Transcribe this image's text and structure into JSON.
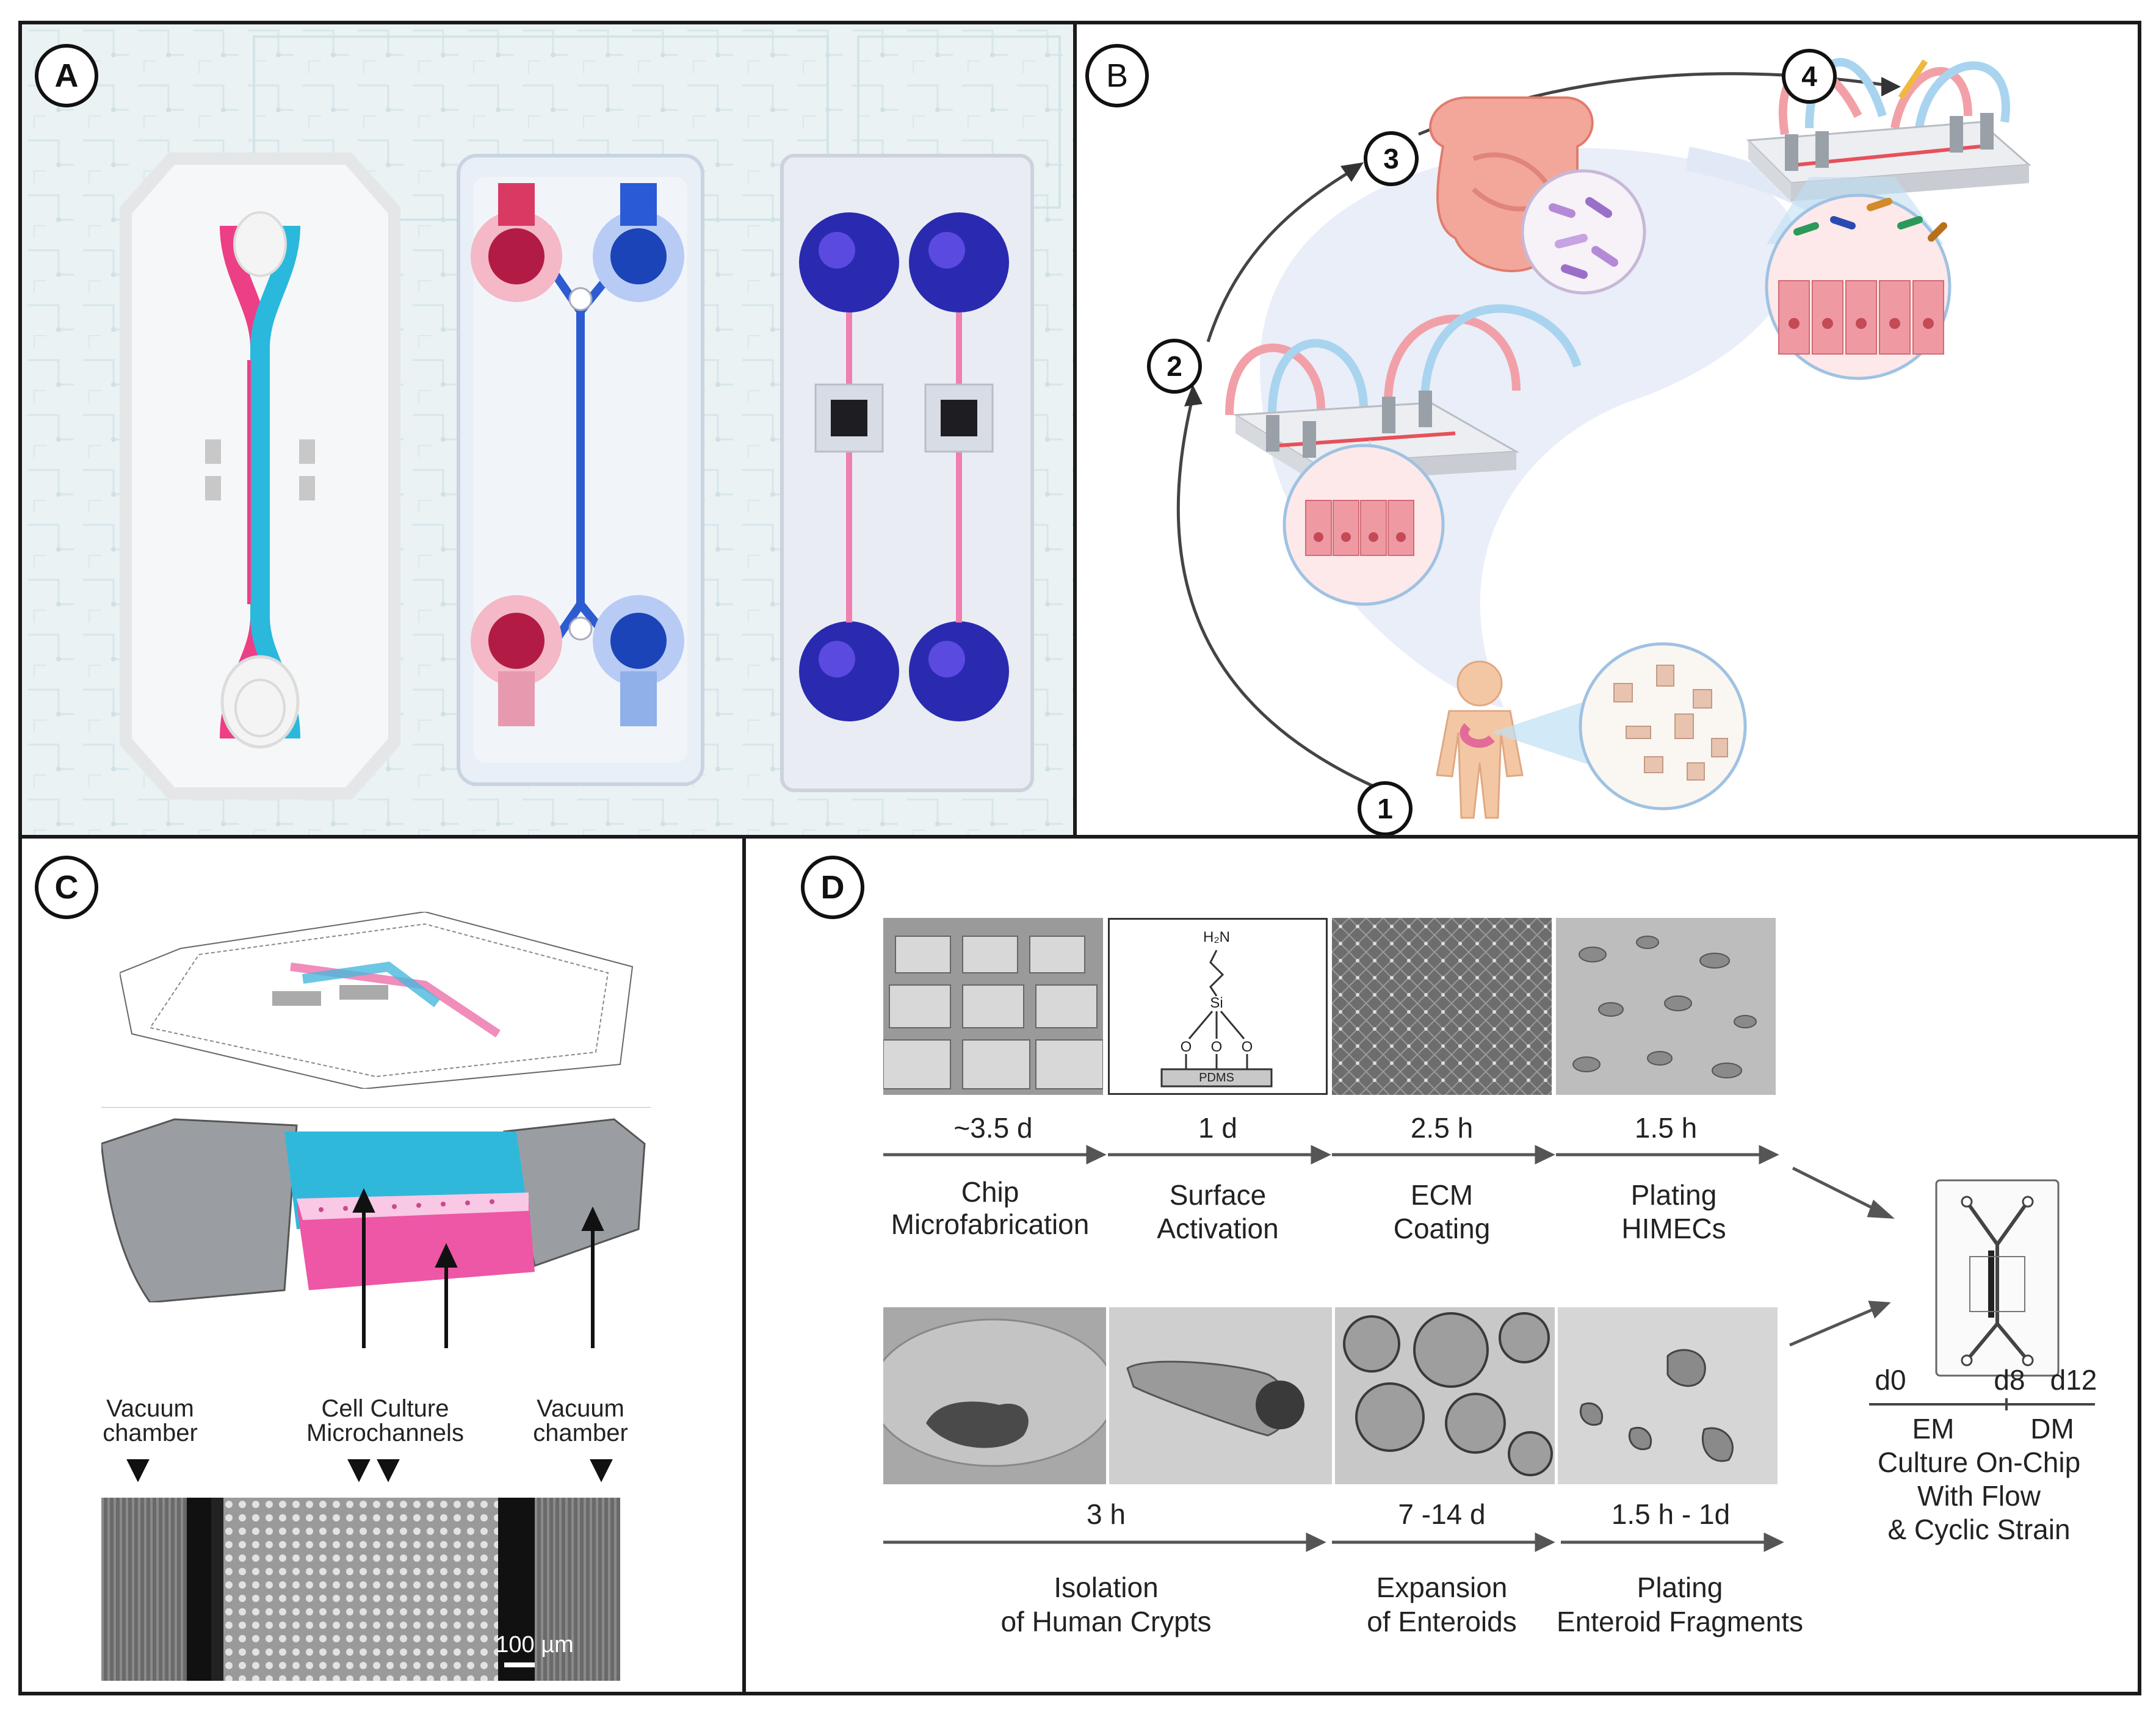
{
  "panels": {
    "a": {
      "label": "A"
    },
    "b": {
      "label": "B",
      "steps": [
        "1",
        "2",
        "3",
        "4"
      ]
    },
    "c": {
      "label": "C",
      "vacuum_left": [
        "Vacuum",
        "chamber"
      ],
      "cell_culture": [
        "Cell Culture",
        "Microchannels"
      ],
      "vacuum_right": [
        "Vacuum",
        "chamber"
      ],
      "scale_bar": "100 µm"
    },
    "d": {
      "label": "D",
      "pdms_label": "PDMS",
      "chem": {
        "amine": "H₂N",
        "si": "Si",
        "o": "O"
      },
      "top_steps": [
        {
          "time": "~3.5 d",
          "line1": "Chip",
          "line2": "Microfabrication"
        },
        {
          "time": "1 d",
          "line1": "Surface",
          "line2": "Activation"
        },
        {
          "time": "2.5 h",
          "line1": "ECM",
          "line2": "Coating"
        },
        {
          "time": "1.5 h",
          "line1": "Plating",
          "line2": "HIMECs"
        }
      ],
      "bottom_steps": [
        {
          "time": "3 h",
          "line1": "Isolation",
          "line2": "of Human Crypts"
        },
        {
          "time": "7 -14 d",
          "line1": "Expansion",
          "line2": "of Enteroids"
        },
        {
          "time": "1.5 h - 1d",
          "line1": "Plating",
          "line2": "Enteroid Fragments"
        }
      ],
      "timeline": {
        "d0": "d0",
        "d8": "d8",
        "d12": "d12",
        "em": "EM",
        "dm": "DM"
      },
      "culture": [
        "Culture On-Chip",
        "With Flow",
        "& Cyclic Strain"
      ]
    }
  }
}
